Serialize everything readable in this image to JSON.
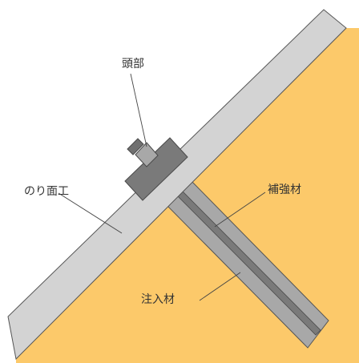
{
  "labels": {
    "head": "頭部",
    "slope_face": "のり面工",
    "reinforcement": "補強材",
    "grout": "注入材"
  },
  "colors": {
    "soil": "#fcc96a",
    "slope_face": "#d3d3d3",
    "grout": "#a8a8a8",
    "reinforcement": "#7a7a7a",
    "bearing_plate": "#7a7a7a",
    "nut": "#a8a8a8",
    "bolt": "#707070",
    "outline": "#555555",
    "leader": "#444444"
  }
}
